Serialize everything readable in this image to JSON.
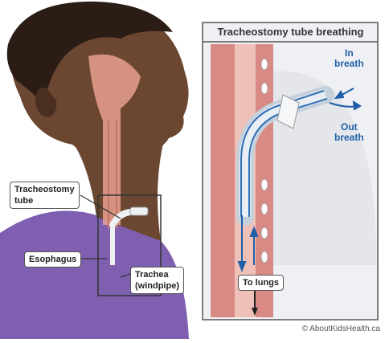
{
  "labels": {
    "tracheostomy_tube": "Tracheostomy\ntube",
    "esophagus": "Esophagus",
    "trachea": "Trachea\n(windpipe)"
  },
  "panel": {
    "title": "Tracheostomy tube breathing",
    "in_breath": "In\nbreath",
    "out_breath": "Out\nbreath",
    "to_lungs": "To lungs"
  },
  "credit": "© AboutKidsHealth.ca",
  "colors": {
    "skin": "#6b4631",
    "skin_shadow": "#4a2f20",
    "hair": "#2b1d16",
    "shirt": "#7e5fb0",
    "tissue": "#e7a08f",
    "airway": "#d98a84",
    "tube": "#dfe6ee",
    "arrow_blue": "#1f5fa8",
    "panel_bg": "#eef0f3"
  }
}
